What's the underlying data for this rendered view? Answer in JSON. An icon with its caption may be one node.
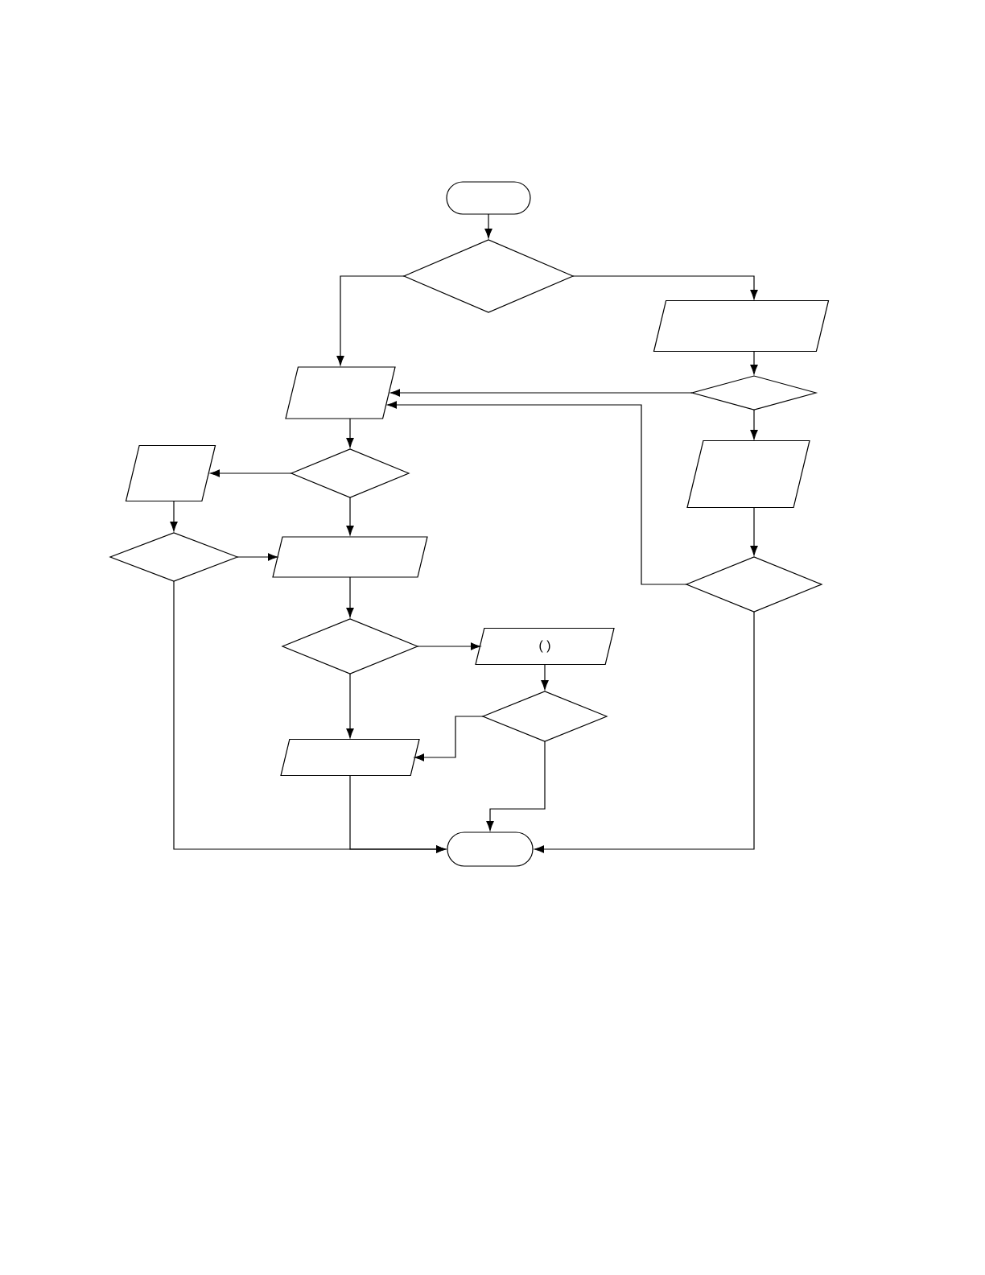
{
  "diagram": {
    "nodes": [
      {
        "text": [],
        "shape": "box"
      },
      {
        "text": [],
        "shape": "diamond"
      },
      {
        "text": [],
        "shape": "parallelogram"
      },
      {
        "text": [],
        "shape": "parallelogram"
      },
      {
        "text": [],
        "shape": "diamond"
      },
      {
        "text": [],
        "shape": "diamond"
      },
      {
        "text": [],
        "shape": "parallelogram"
      },
      {
        "text": [],
        "shape": "parallelogram"
      },
      {
        "text": [],
        "shape": "diamond"
      },
      {
        "text": [],
        "shape": "parallelogram"
      },
      {
        "text": [],
        "shape": "diamond"
      },
      {
        "text": [],
        "shape": "diamond"
      },
      {
        "text": [
          "( )"
        ]
      },
      {
        "text": [],
        "shape": "diamond"
      },
      {
        "text": [],
        "shape": "parallelogram"
      },
      {
        "text": [],
        "shape": "box"
      }
    ],
    "edges": [
      {
        "from": 0,
        "to": 1,
        "arrow": "to"
      },
      {
        "from": 1,
        "to": 3,
        "arrow": "to"
      },
      {
        "from": 1,
        "to": 2,
        "arrow": "to"
      },
      {
        "from": 2,
        "to": 4,
        "arrow": "to"
      },
      {
        "from": 4,
        "to": 3,
        "arrow": "to"
      },
      {
        "from": 4,
        "to": 7,
        "arrow": "to"
      },
      {
        "from": 7,
        "to": 10,
        "arrow": "to"
      },
      {
        "from": 10,
        "to": 3,
        "arrow": "to"
      },
      {
        "from": 3,
        "to": 5,
        "arrow": "to"
      },
      {
        "from": 5,
        "to": 6,
        "arrow": "to"
      },
      {
        "from": 5,
        "to": 9,
        "arrow": "to"
      },
      {
        "from": 6,
        "to": 8,
        "arrow": "to"
      },
      {
        "from": 8,
        "to": 9,
        "arrow": "to"
      },
      {
        "from": 8,
        "to": 15,
        "arrow": "to"
      },
      {
        "from": 9,
        "to": 11,
        "arrow": "to"
      },
      {
        "from": 11,
        "to": 12,
        "arrow": "to"
      },
      {
        "from": 11,
        "to": 14,
        "arrow": "to"
      },
      {
        "from": 12,
        "to": 13,
        "arrow": "to"
      },
      {
        "from": 13,
        "to": 14,
        "arrow": "to"
      },
      {
        "from": 13,
        "to": 15,
        "arrow": "to"
      },
      {
        "from": 14,
        "to": 15,
        "arrow": "to"
      },
      {
        "from": 10,
        "to": 15,
        "arrow": "to"
      }
    ]
  }
}
